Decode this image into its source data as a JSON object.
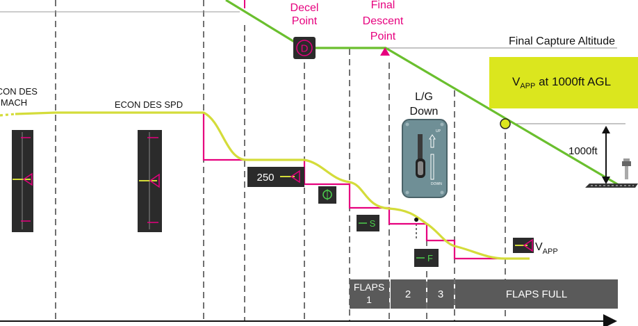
{
  "labels": {
    "decel_point_l1": "Decel",
    "decel_point_l2": "Point",
    "final_descent_l1": "Final",
    "final_descent_l2": "Descent",
    "final_descent_l3": "Point",
    "final_capture_altitude": "Final Capture Altitude",
    "econ_des_mach_l1": "ECON DES",
    "econ_des_mach_l2": "MACH",
    "econ_des_spd": "ECON DES SPD",
    "vapp_1000_prefix": "V",
    "vapp_1000_sub": "APP",
    "vapp_1000_suffix": " at 1000ft AGL",
    "lg_down_l1": "L/G",
    "lg_down_l2": "Down",
    "height_1000ft": "1000ft",
    "speed_250": "250",
    "vapp_prefix": "V",
    "vapp_sub": "APP",
    "decel_marker": "D",
    "marker_o": "O",
    "marker_s": "S",
    "marker_f": "F",
    "lever_up": "UP",
    "lever_down": "DOWN"
  },
  "flaps_bar": [
    "FLAPS 1",
    "2",
    "3",
    "FLAPS FULL"
  ],
  "colors": {
    "magenta": "#e6007e",
    "green_path": "#6abf2e",
    "yellow_speed": "#d4dc3a",
    "yellow_box": "#dbe61e",
    "flaps_grey": "#5a5a5a",
    "dark_panel": "#2b2b2b",
    "lever_panel": "#6f8f96"
  }
}
